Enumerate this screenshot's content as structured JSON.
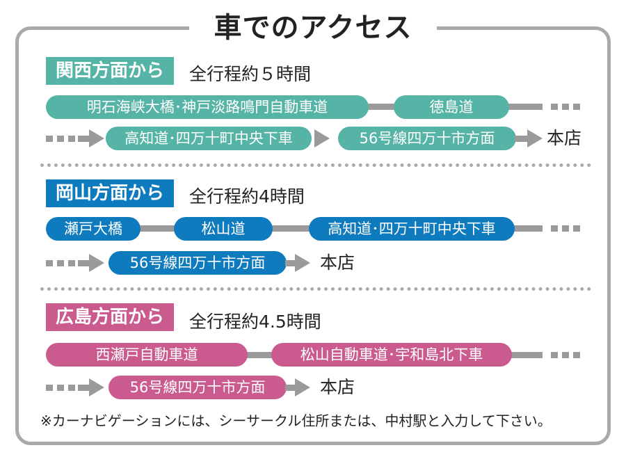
{
  "title": "車でのアクセス",
  "colors": {
    "kansai": "#55b4a6",
    "okayama": "#0f7bbf",
    "hiroshima": "#cb5b8e",
    "line": "#9a9a9a"
  },
  "arrow_icon": "right-arrow",
  "sections": [
    {
      "name": "関西方面から",
      "time": "全行程約５時間",
      "row1": [
        "明石海峡大橋･神戸淡路鳴門自動車道",
        "徳島道"
      ],
      "row2": [
        "高知道･四万十町中央下車",
        "56号線四万十市方面"
      ],
      "destination": "本店"
    },
    {
      "name": "岡山方面から",
      "time": "全行程約4時間",
      "row1": [
        "瀬戸大橋",
        "松山道",
        "高知道･四万十町中央下車"
      ],
      "row2": [
        "56号線四万十市方面"
      ],
      "destination": "本店"
    },
    {
      "name": "広島方面から",
      "time": "全行程約4.5時間",
      "row1": [
        "西瀬戸自動車道",
        "松山自動車道･宇和島北下車"
      ],
      "row2": [
        "56号線四万十市方面"
      ],
      "destination": "本店"
    }
  ],
  "note": "※カーナビゲーションには、シーサークル住所または、中村駅と入力して下さい。"
}
